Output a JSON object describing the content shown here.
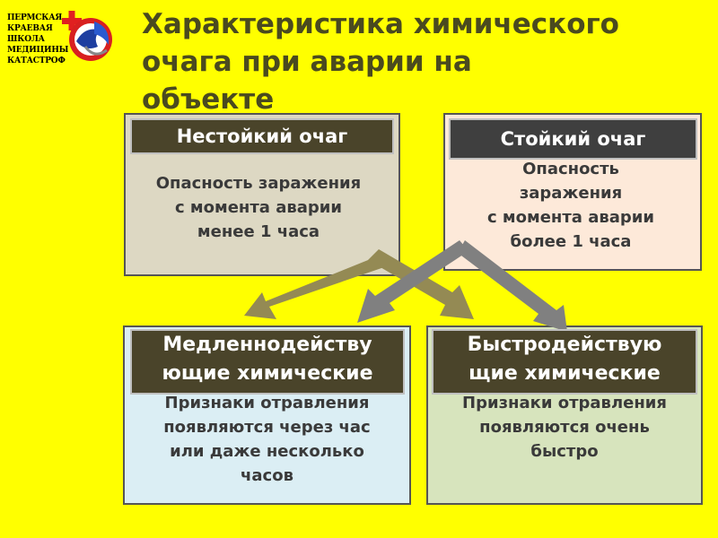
{
  "logo": {
    "text": "ПЕРМСКАЯ\nКРАЕВАЯ\nШКОЛА\nМЕДИЦИНЫ\nКАТАСТРОФ",
    "emblem_icon": "medicine-emblem-icon"
  },
  "title": "Характеристика химического\nочага  при аварии на\nобъекте",
  "boxes": {
    "unstable": {
      "header": "Нестойкий очаг",
      "text": "Опасность заражения\nс момента аварии\nменее 1 часа"
    },
    "stable": {
      "header": "Стойкий очаг",
      "text": "Опасность\nзаражения\nс момента аварии\nболее 1 часа"
    },
    "slow": {
      "header": "Медленнодейству\nющие химические\nвещества",
      "text": "Признаки отравления\nпоявляются через час\nили даже несколько\nчасов"
    },
    "fast": {
      "header": "Быстродействую\nщие химические\nвещества",
      "text": "Признаки отравления\nпоявляются очень\nбыстро"
    }
  },
  "colors": {
    "background": "#ffff00",
    "title": "#4a4a1f",
    "header_dark": "#4a442a",
    "arrow_olive": "#948a54",
    "arrow_gray": "#808080"
  }
}
